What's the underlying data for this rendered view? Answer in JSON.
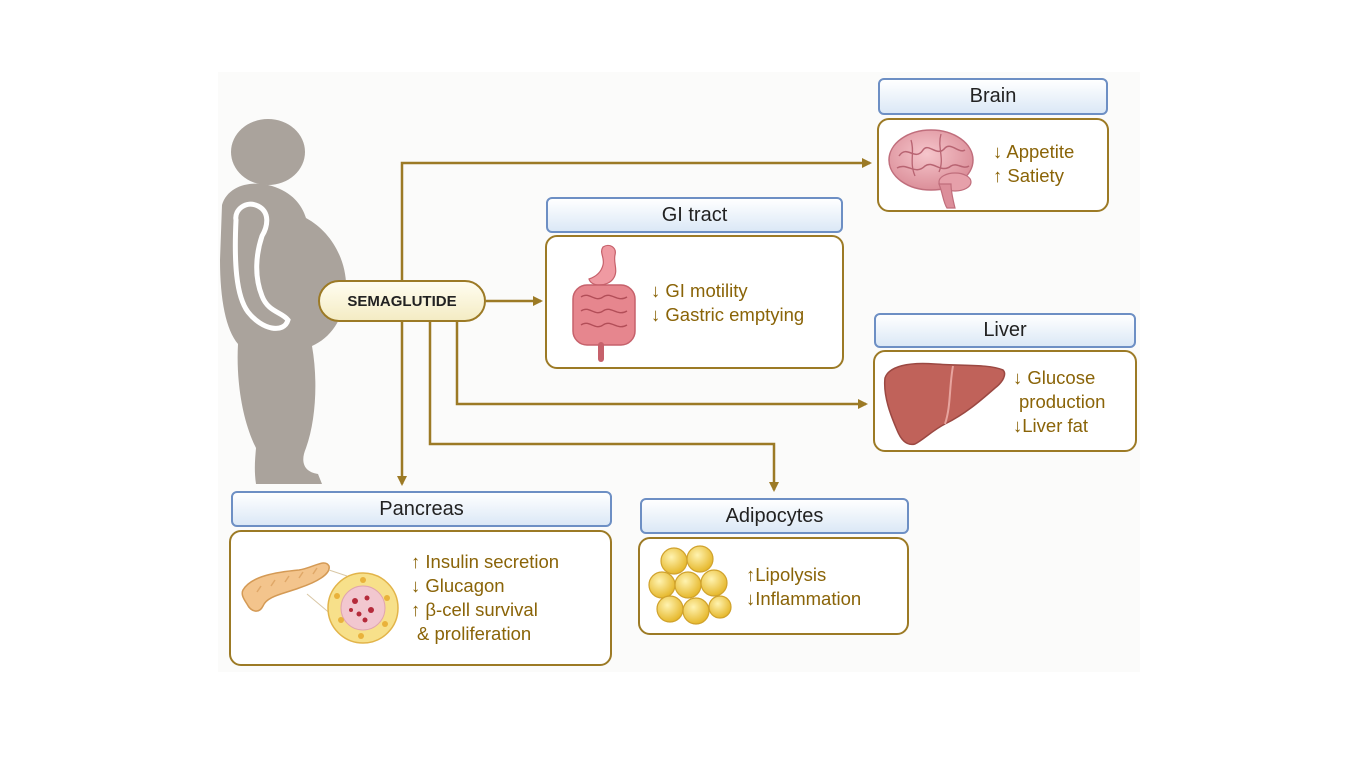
{
  "drug": "SEMAGLUTIDE",
  "organs": {
    "brain": {
      "title": "Brain",
      "effects": [
        "↓ Appetite",
        "↑ Satiety"
      ]
    },
    "gi": {
      "title": "GI tract",
      "effects": [
        "↓ GI motility",
        "↓ Gastric emptying"
      ]
    },
    "liver": {
      "title": "Liver",
      "effects": [
        "↓ Glucose",
        "production",
        "↓Liver fat"
      ]
    },
    "pancreas": {
      "title": "Pancreas",
      "effects": [
        "↑ Insulin secretion",
        "↓ Glucagon",
        "↑ β-cell survival",
        "& proliferation"
      ]
    },
    "adipocytes": {
      "title": "Adipocytes",
      "effects": [
        "↑Lipolysis",
        "↓Inflammation"
      ]
    }
  },
  "colors": {
    "arrow": "#9c7a25",
    "effect_text": "#8a6408",
    "title_border": "#6d8fc4",
    "body_silhouette": "#aaa39c"
  }
}
